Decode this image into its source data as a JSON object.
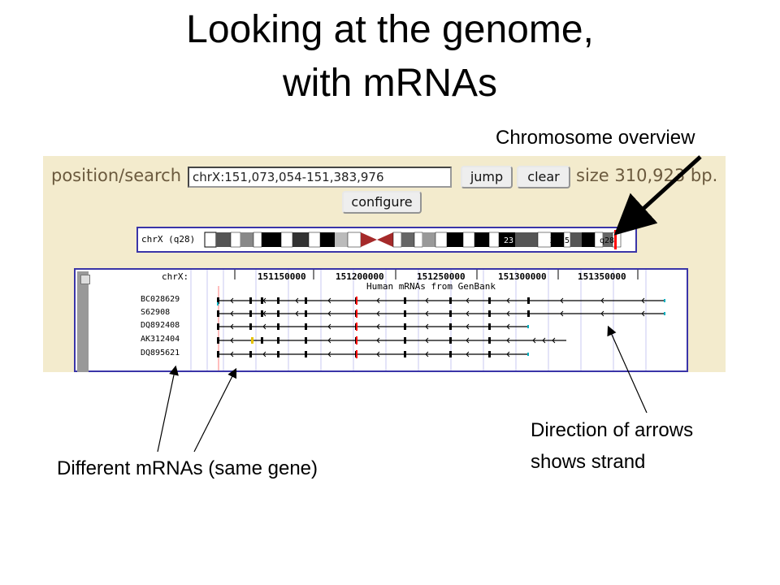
{
  "slide": {
    "title_line1": "Looking at the genome,",
    "title_line2": "with mRNAs"
  },
  "annotations": {
    "chromosome_overview": "Chromosome overview",
    "direction_line1": "Direction of arrows",
    "direction_line2": "shows strand",
    "different_mrnas": "Different mRNAs (same gene)"
  },
  "browser": {
    "position_label": "position/search",
    "position_value": "chrX:151,073,054-151,383,976",
    "jump_label": "jump",
    "clear_label": "clear",
    "size_label": "size 310,923 bp.",
    "configure_label": "configure",
    "ideogram": {
      "label": "chrX (q28)",
      "band_label_23": "23",
      "band_label_xq25": "Xq25",
      "band_label_q28": "q28"
    },
    "tracks": {
      "chr_label": "chrX:",
      "ruler": [
        "151150000",
        "151200000",
        "151250000",
        "151300000",
        "151350000"
      ],
      "track_title": "Human mRNAs from GenBank",
      "rows": [
        "BC028629",
        "S62908",
        "DQ892408",
        "AK312404",
        "DQ895621"
      ]
    },
    "colors": {
      "background": "#f3ebcd",
      "border": "#3a35a8",
      "highlight": "#ff0000"
    }
  }
}
